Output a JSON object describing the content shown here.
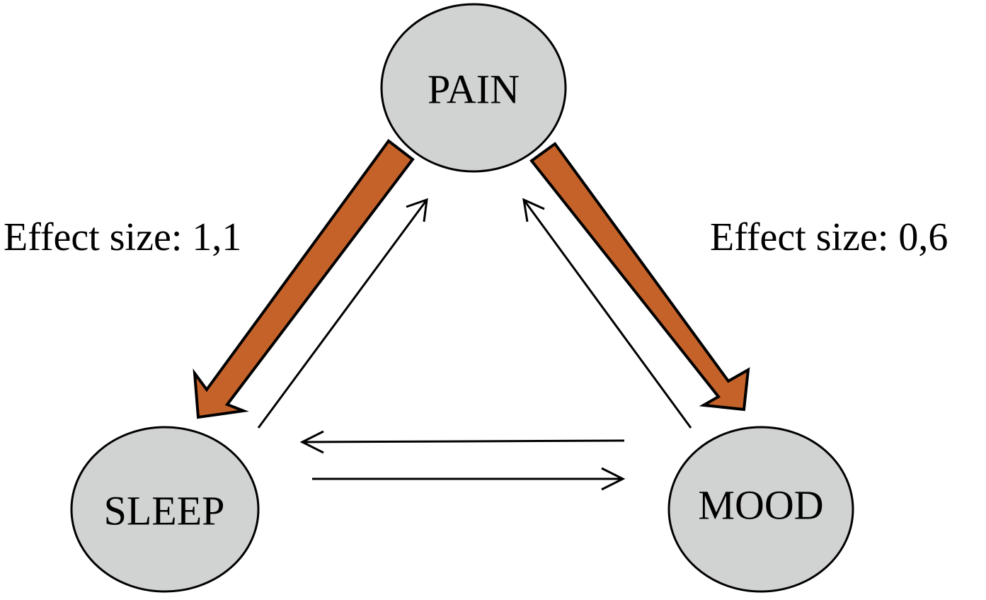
{
  "colors": {
    "node_fill": "#d1d3d2",
    "effect_arrow_fill": "#c5622a",
    "line": "#000000"
  },
  "nodes": {
    "pain": {
      "label": "PAIN"
    },
    "sleep": {
      "label": "SLEEP"
    },
    "mood": {
      "label": "MOOD"
    }
  },
  "effects": {
    "pain_to_sleep": {
      "label": "Effect size: 1,1"
    },
    "pain_to_mood": {
      "label": "Effect size: 0,6"
    }
  }
}
